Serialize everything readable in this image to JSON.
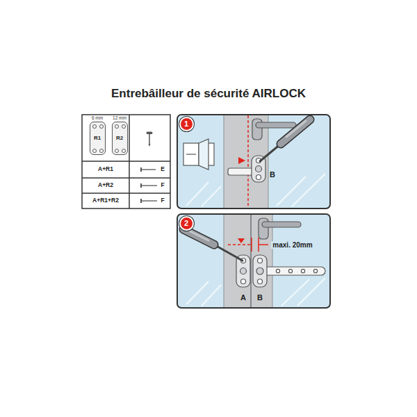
{
  "diagram": {
    "title": "Entrebâilleur de sécurité AIRLOCK",
    "nodes": [
      {
        "text": [
          "6 mm",
          "R1"
        ]
      },
      {
        "text": [
          "12 mm",
          "R2"
        ]
      },
      {
        "text": [
          "1"
        ]
      },
      {
        "text": [
          "2"
        ]
      }
    ],
    "labels": [
      "A+R1",
      "E",
      "A+R2",
      "F",
      "A+R1+R2",
      "F",
      "B",
      "maxi. 20mm",
      "A",
      "B"
    ]
  }
}
